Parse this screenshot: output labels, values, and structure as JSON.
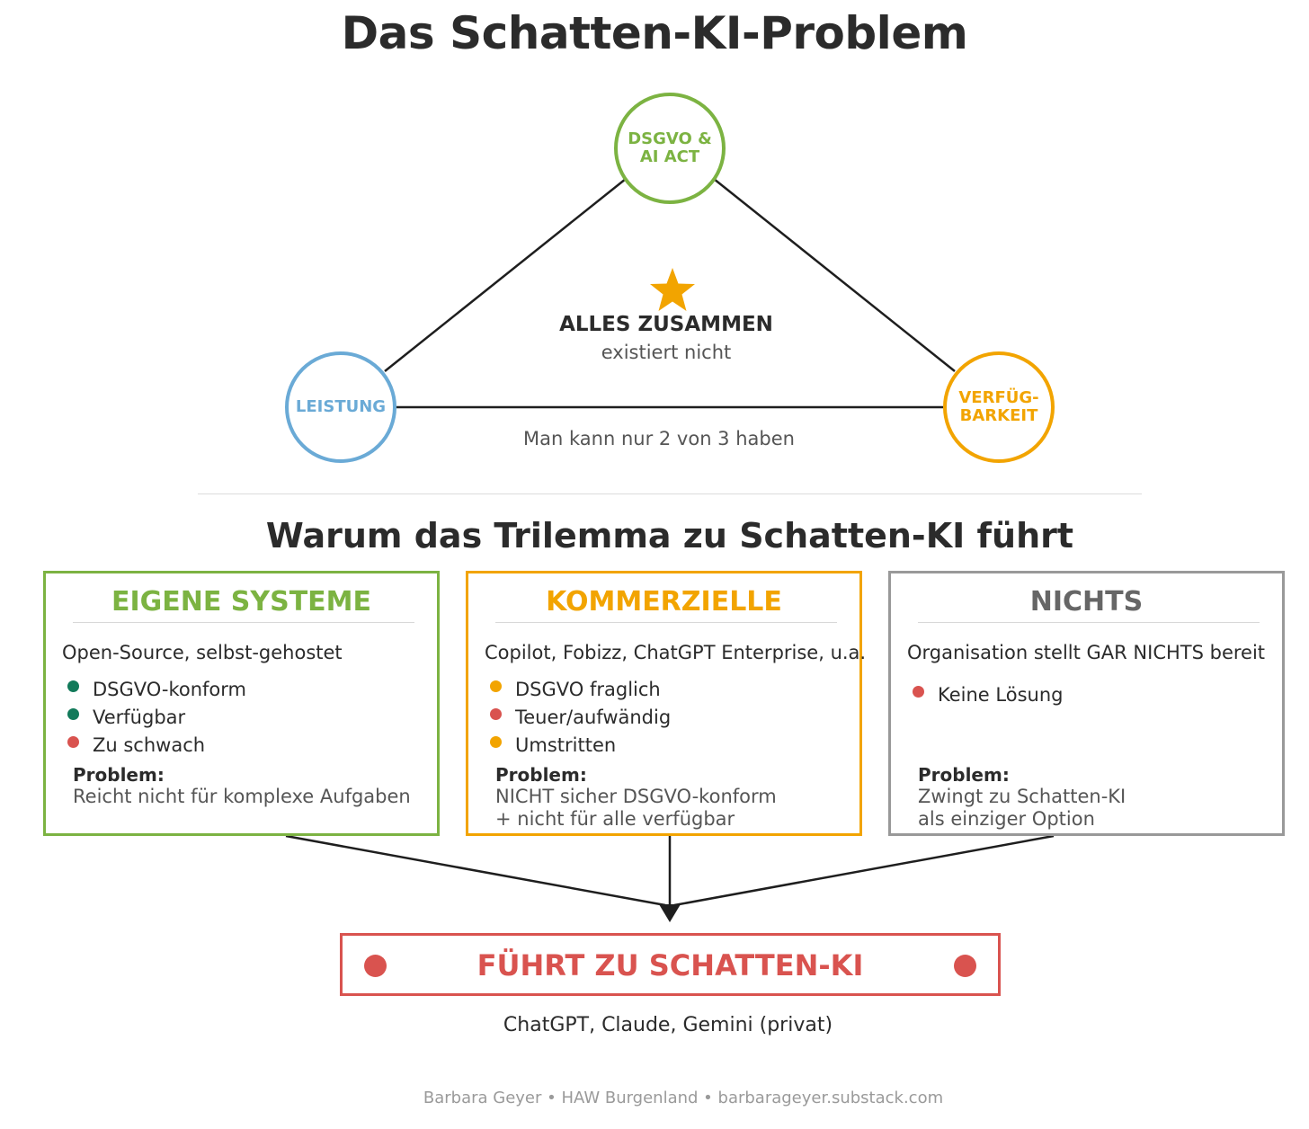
{
  "title": "Das Schatten-KI-Problem",
  "trilemma": {
    "nodes": {
      "dsgvo": {
        "label": "DSGVO &\nAI ACT",
        "color": "#7cb342"
      },
      "leistung": {
        "label": "LEISTUNG",
        "color": "#6aaad6"
      },
      "verfuegbarkeit": {
        "label": "VERFÜG-\nBARKEIT",
        "color": "#f2a400"
      }
    },
    "center": {
      "title": "ALLES ZUSAMMEN",
      "subtitle": "existiert nicht",
      "icon": "star-icon",
      "icon_color": "#f2a400"
    },
    "edge_label": "Man kann nur 2 von 3 haben"
  },
  "section_title": "Warum das Trilemma zu Schatten-KI führt",
  "cards": [
    {
      "title": "EIGENE SYSTEME",
      "color": "#7cb342",
      "subtitle": "Open-Source, selbst-gehostet",
      "bullets": [
        {
          "text": "DSGVO-konform",
          "status": "positive",
          "color": "#127a5a"
        },
        {
          "text": "Verfügbar",
          "status": "positive",
          "color": "#127a5a"
        },
        {
          "text": "Zu schwach",
          "status": "negative",
          "color": "#d9534f"
        }
      ],
      "problem_label": "Problem:",
      "problem_text": "Reicht nicht für komplexe Aufgaben"
    },
    {
      "title": "KOMMERZIELLE",
      "color": "#f2a400",
      "subtitle": "Copilot, Fobizz, ChatGPT Enterprise, u.a.",
      "bullets": [
        {
          "text": "DSGVO fraglich",
          "status": "warning",
          "color": "#f2a400"
        },
        {
          "text": "Teuer/aufwändig",
          "status": "negative",
          "color": "#d9534f"
        },
        {
          "text": "Umstritten",
          "status": "warning",
          "color": "#f2a400"
        }
      ],
      "problem_label": "Problem:",
      "problem_text": "NICHT sicher DSGVO-konform\n+ nicht für alle verfügbar"
    },
    {
      "title": "NICHTS",
      "color": "#666666",
      "subtitle": "Organisation stellt GAR NICHTS bereit",
      "bullets": [
        {
          "text": "Keine Lösung",
          "status": "negative",
          "color": "#d9534f"
        }
      ],
      "problem_label": "Problem:",
      "problem_text": "Zwingt zu Schatten-KI\nals einziger Option"
    }
  ],
  "result": {
    "label": "FÜHRT ZU SCHATTEN-KI",
    "color": "#d9534f"
  },
  "examples": "ChatGPT, Claude, Gemini (privat)",
  "footer": "Barbara Geyer • HAW Burgenland • barbarageyer.substack.com"
}
